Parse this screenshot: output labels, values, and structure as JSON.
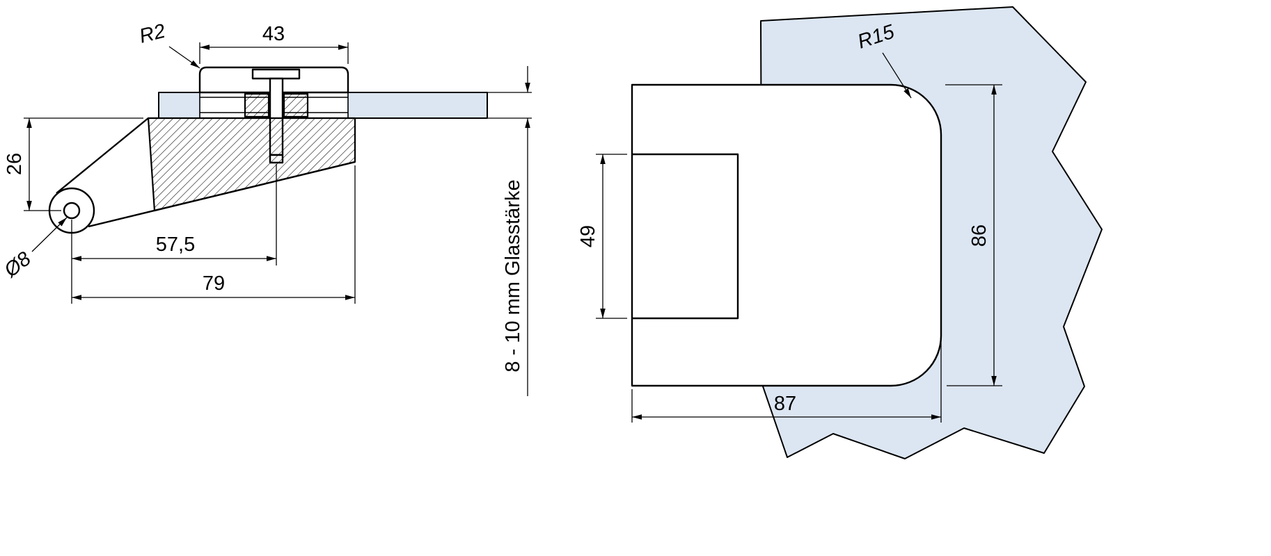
{
  "drawing": {
    "kind": "technical-dimension-drawing",
    "section_view": {
      "labels": {
        "cap_corner_radius": "R2",
        "cap_width": "43",
        "pivot_drop_height": "26",
        "pivot_hole_diameter": "Ø8",
        "screw_axis_offset": "57,5",
        "overall_length": "79",
        "glass_thickness_note": "8 - 10 mm Glasstärke"
      }
    },
    "front_view": {
      "labels": {
        "corner_radius": "R15",
        "tab_height": "49",
        "body_height": "86",
        "body_width": "87"
      }
    },
    "colors": {
      "glass_fill": "#dce6f2",
      "line": "#000000",
      "background": "#ffffff"
    }
  }
}
